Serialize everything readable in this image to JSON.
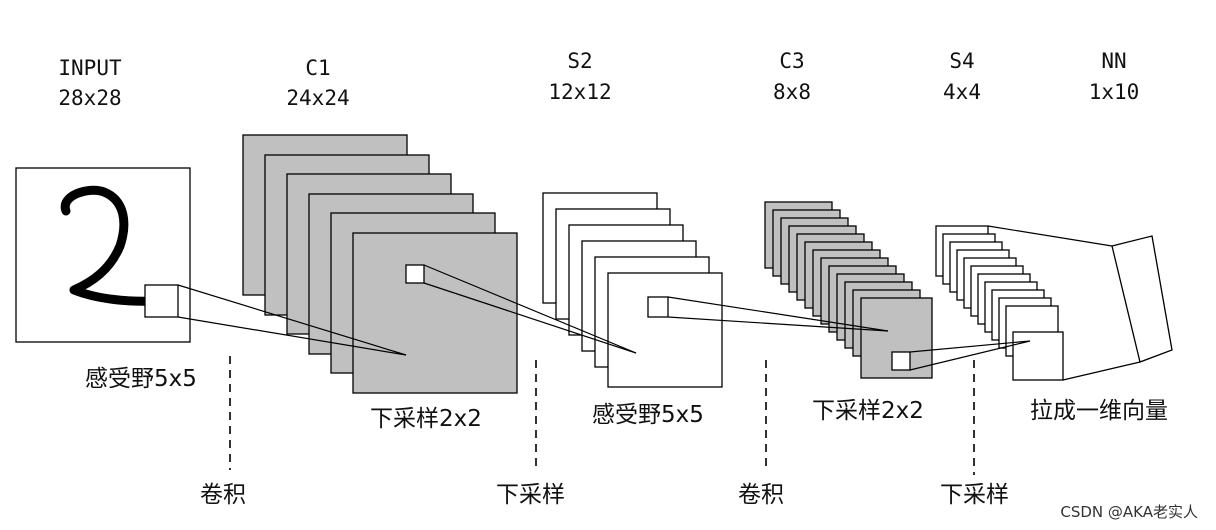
{
  "layers": [
    {
      "name": "INPUT",
      "size": "28x28"
    },
    {
      "name": "C1",
      "size": "24x24"
    },
    {
      "name": "S2",
      "size": "12x12"
    },
    {
      "name": "C3",
      "size": "8x8"
    },
    {
      "name": "S4",
      "size": "4x4"
    },
    {
      "name": "NN",
      "size": "1x10"
    }
  ],
  "annotations": {
    "receptive_field_1": "感受野5x5",
    "downsample_1": "下采样2x2",
    "receptive_field_2": "感受野5x5",
    "downsample_2": "下采样2x2",
    "flatten": "拉成一维向量"
  },
  "operations": [
    "卷积",
    "下采样",
    "卷积",
    "下采样"
  ],
  "input_digit": "2",
  "watermark": "CSDN @AKA老实人",
  "colors": {
    "gray_fill": "#c0c0c0",
    "white_fill": "#ffffff",
    "stroke": "#000000"
  }
}
